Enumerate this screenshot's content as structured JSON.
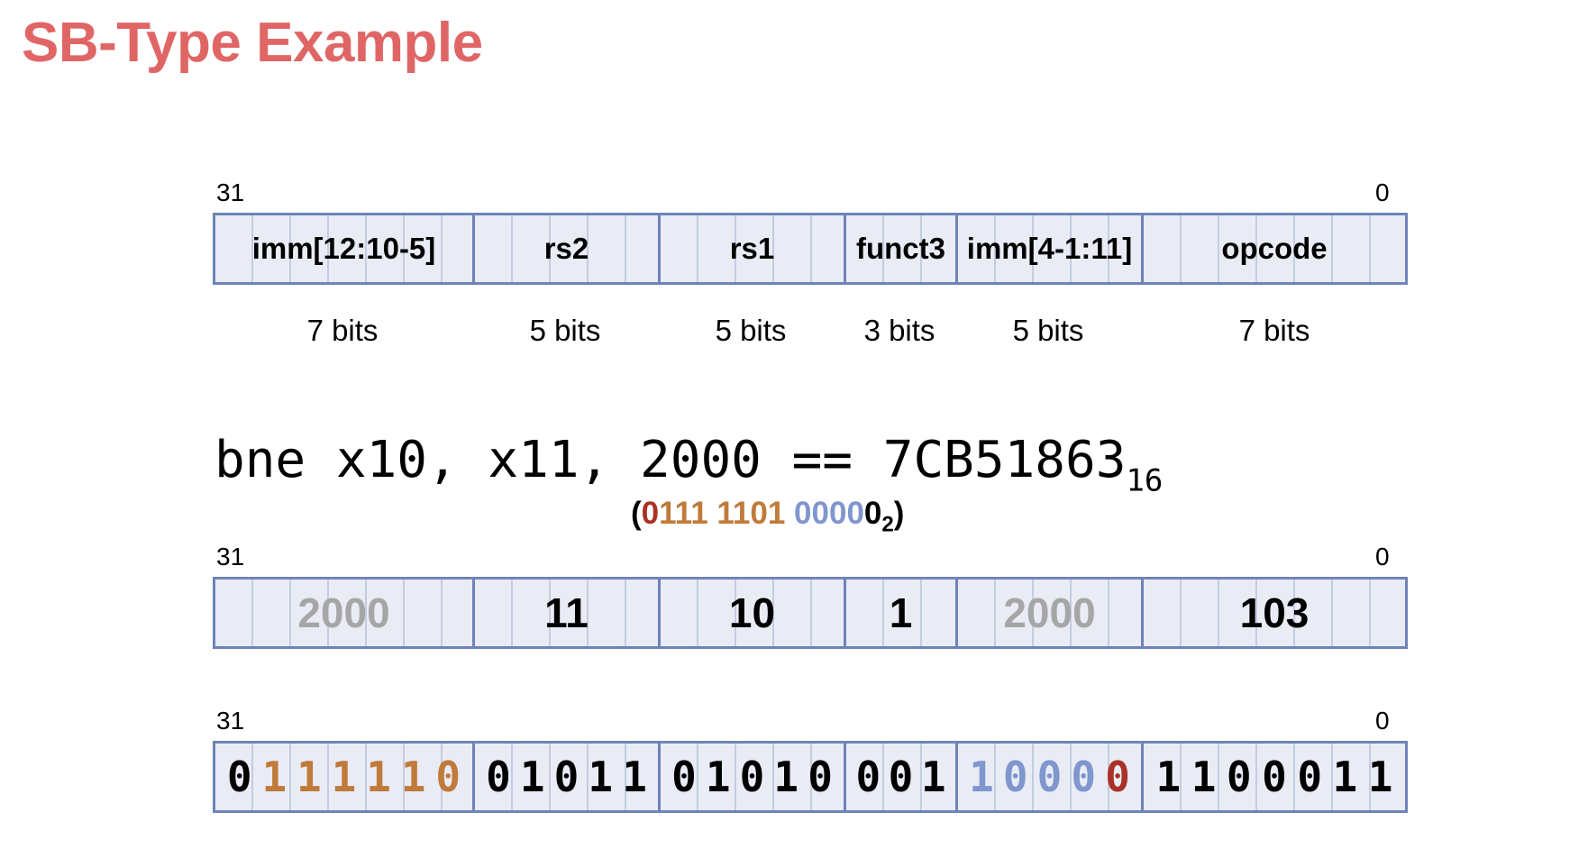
{
  "title": "SB-Type Example",
  "bit_labels": {
    "high": "31",
    "low": "0"
  },
  "colors": {
    "title": "#E06666",
    "cell_fill": "#E9ECF5",
    "cell_border": "#6E84B8",
    "dark_red": "#A93226",
    "orange": "#C07A3A",
    "blue": "#7F96CE",
    "grey": "#A6A6A6"
  },
  "format_fields": [
    {
      "name": "imm[12:10-5]",
      "size": "7 bits"
    },
    {
      "name": "rs2",
      "size": "5 bits"
    },
    {
      "name": "rs1",
      "size": "5 bits"
    },
    {
      "name": "funct3",
      "size": "3 bits"
    },
    {
      "name": "imm[4-1:11]",
      "size": "5 bits"
    },
    {
      "name": "opcode",
      "size": "7 bits"
    }
  ],
  "instruction": {
    "assembly": "bne x10, x11, 2000 == 7CB51863",
    "base": "16",
    "binary_note": {
      "open": "(",
      "seg_red": "0",
      "seg_orange": "111 1101",
      "seg_blue": " 0000",
      "seg_black": "0",
      "base": "2",
      "close": ")"
    }
  },
  "decimal_fields": [
    {
      "value": "2000",
      "muted": true
    },
    {
      "value": "11",
      "muted": false
    },
    {
      "value": "10",
      "muted": false
    },
    {
      "value": "1",
      "muted": false
    },
    {
      "value": "2000",
      "muted": true
    },
    {
      "value": "103",
      "muted": false
    }
  ],
  "binary_fields": [
    [
      {
        "b": "0",
        "c": "black"
      },
      {
        "b": "1",
        "c": "orange"
      },
      {
        "b": "1",
        "c": "orange"
      },
      {
        "b": "1",
        "c": "orange"
      },
      {
        "b": "1",
        "c": "orange"
      },
      {
        "b": "1",
        "c": "orange"
      },
      {
        "b": "0",
        "c": "orange"
      }
    ],
    [
      {
        "b": "0",
        "c": "black"
      },
      {
        "b": "1",
        "c": "black"
      },
      {
        "b": "0",
        "c": "black"
      },
      {
        "b": "1",
        "c": "black"
      },
      {
        "b": "1",
        "c": "black"
      }
    ],
    [
      {
        "b": "0",
        "c": "black"
      },
      {
        "b": "1",
        "c": "black"
      },
      {
        "b": "0",
        "c": "black"
      },
      {
        "b": "1",
        "c": "black"
      },
      {
        "b": "0",
        "c": "black"
      }
    ],
    [
      {
        "b": "0",
        "c": "black"
      },
      {
        "b": "0",
        "c": "black"
      },
      {
        "b": "1",
        "c": "black"
      }
    ],
    [
      {
        "b": "1",
        "c": "blue"
      },
      {
        "b": "0",
        "c": "blue"
      },
      {
        "b": "0",
        "c": "blue"
      },
      {
        "b": "0",
        "c": "blue"
      },
      {
        "b": "0",
        "c": "red"
      }
    ],
    [
      {
        "b": "1",
        "c": "black"
      },
      {
        "b": "1",
        "c": "black"
      },
      {
        "b": "0",
        "c": "black"
      },
      {
        "b": "0",
        "c": "black"
      },
      {
        "b": "0",
        "c": "black"
      },
      {
        "b": "1",
        "c": "black"
      },
      {
        "b": "1",
        "c": "black"
      }
    ]
  ]
}
